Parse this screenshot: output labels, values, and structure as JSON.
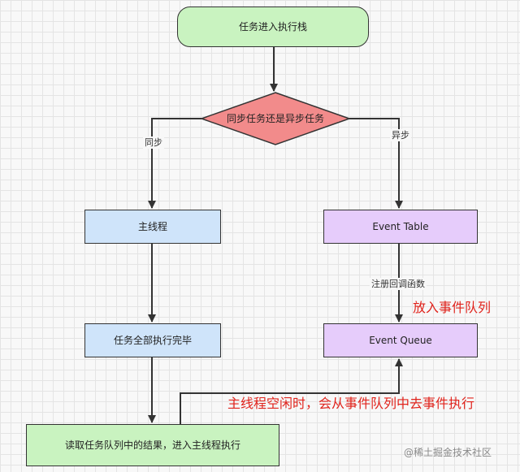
{
  "nodes": {
    "start": "任务进入执行栈",
    "decision": "同步任务还是异步任务",
    "main_thread": "主线程",
    "event_table": "Event Table",
    "event_queue": "Event Queue",
    "sync_done": "任务全部执行完毕",
    "read_queue": "读取任务队列中的结果，进入主线程执行"
  },
  "edge_labels": {
    "sync": "同步",
    "async": "异步",
    "register_callback": "注册回调函数"
  },
  "annotations": {
    "put_in_queue": "放入事件队列",
    "idle_fetch": "主线程空闲时，会从事件队列中去事件执行"
  },
  "watermark": "@稀土掘金技术社区",
  "colors": {
    "start_fill": "#c9f3c0",
    "decision_fill": "#f28b8b",
    "main_fill": "#cfe4fa",
    "async_fill": "#e6ccfb",
    "annotation": "#e0231c"
  }
}
